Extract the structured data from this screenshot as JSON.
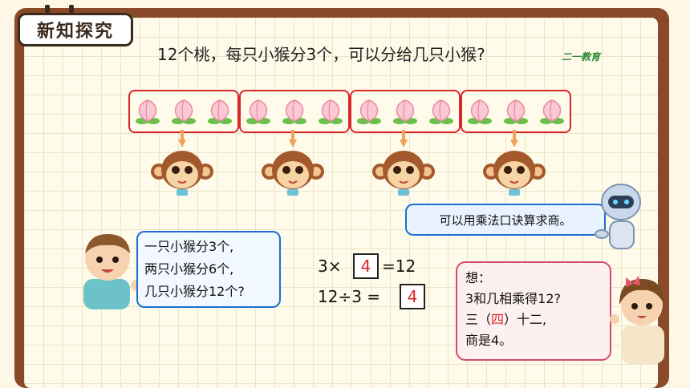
{
  "section_tag": "新知探究",
  "question": "12个桃，每只小猴分3个，可以分给几只小猴?",
  "logo_text": "二一教育",
  "peach_groups": [
    {
      "count": 3
    },
    {
      "count": 3
    },
    {
      "count": 3
    },
    {
      "count": 3
    }
  ],
  "robot_speech": "可以用乘法口诀算求商。",
  "boy_speech": {
    "line1": "一只小猴分3个,",
    "line2": "两只小猴分6个,",
    "line3": "几只小猴分12个?"
  },
  "equation1": {
    "left": "3×",
    "answer": "4",
    "right": "=12"
  },
  "equation2": {
    "left": "12÷3 =",
    "answer": "4"
  },
  "girl_speech": {
    "line1": "想：",
    "line2": "3和几相乘得12?",
    "line3_pre": "三（",
    "line3_red": "四",
    "line3_post": "）十二,",
    "line4": "商是4。"
  },
  "colors": {
    "frame": "#8a4a2a",
    "red": "#d9262a",
    "blue": "#1d6fd0",
    "pink": "#d44a6c"
  }
}
